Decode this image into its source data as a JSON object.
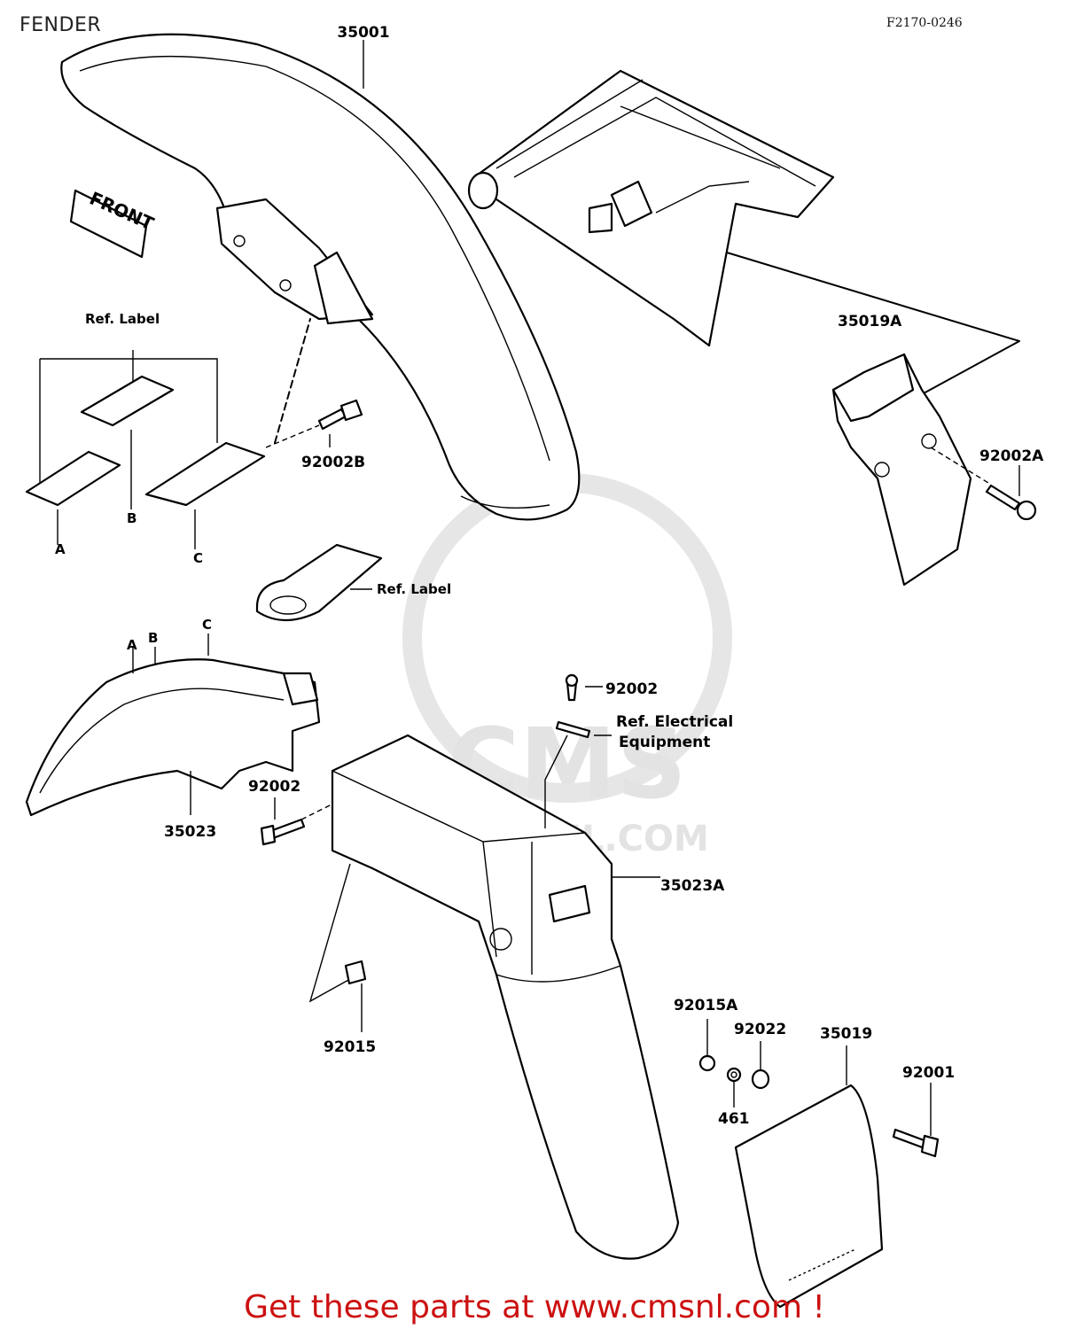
{
  "title": "FENDER",
  "diagram_code": "F2170-0246",
  "footer": "Get these parts at www.cmsnl.com !",
  "watermark": {
    "line1": "CMS",
    "line2": "WWW.CMSNL.COM"
  },
  "front_label": "FRONT",
  "labels": {
    "p35001": "35001",
    "p35019A": "35019A",
    "p92002A": "92002A",
    "p92002B": "92002B",
    "ref_label_1": "Ref. Label",
    "ref_label_2": "Ref. Label",
    "a1": "A",
    "b1": "B",
    "c1": "C",
    "a2": "A",
    "b2": "B",
    "c2": "C",
    "p92002_1": "92002",
    "ref_elec_1": "Ref. Electrical",
    "ref_elec_2": "Equipment",
    "p92002_2": "92002",
    "p35023": "35023",
    "p35023A": "35023A",
    "p92015": "92015",
    "p92015A": "92015A",
    "p92022": "92022",
    "p35019": "35019",
    "p92001": "92001",
    "p461": "461"
  },
  "colors": {
    "footer": "#cc1111",
    "watermark": "#e3e3e3",
    "line": "#000000"
  }
}
